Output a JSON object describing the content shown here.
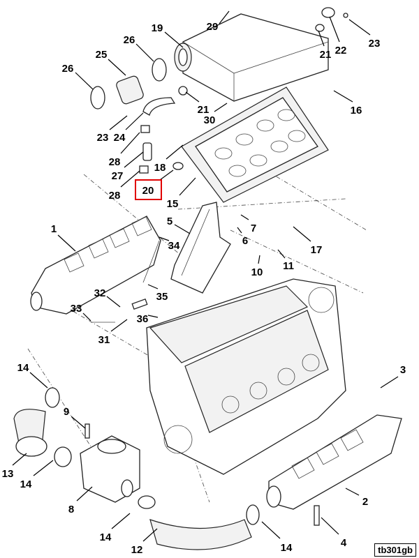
{
  "diagram": {
    "callouts": [
      "29",
      "19",
      "26",
      "25",
      "26",
      "21",
      "22",
      "23",
      "21",
      "30",
      "16",
      "23",
      "24",
      "28",
      "27",
      "18",
      "28",
      "20",
      "15",
      "5",
      "7",
      "6",
      "34",
      "1",
      "17",
      "10",
      "11",
      "32",
      "35",
      "33",
      "36",
      "31",
      "14",
      "3",
      "9",
      "13",
      "14",
      "8",
      "2",
      "14",
      "12",
      "14",
      "4"
    ],
    "highlighted_callout": "20",
    "highlight_color": "#e00000",
    "figure_code": "tb301gb"
  }
}
